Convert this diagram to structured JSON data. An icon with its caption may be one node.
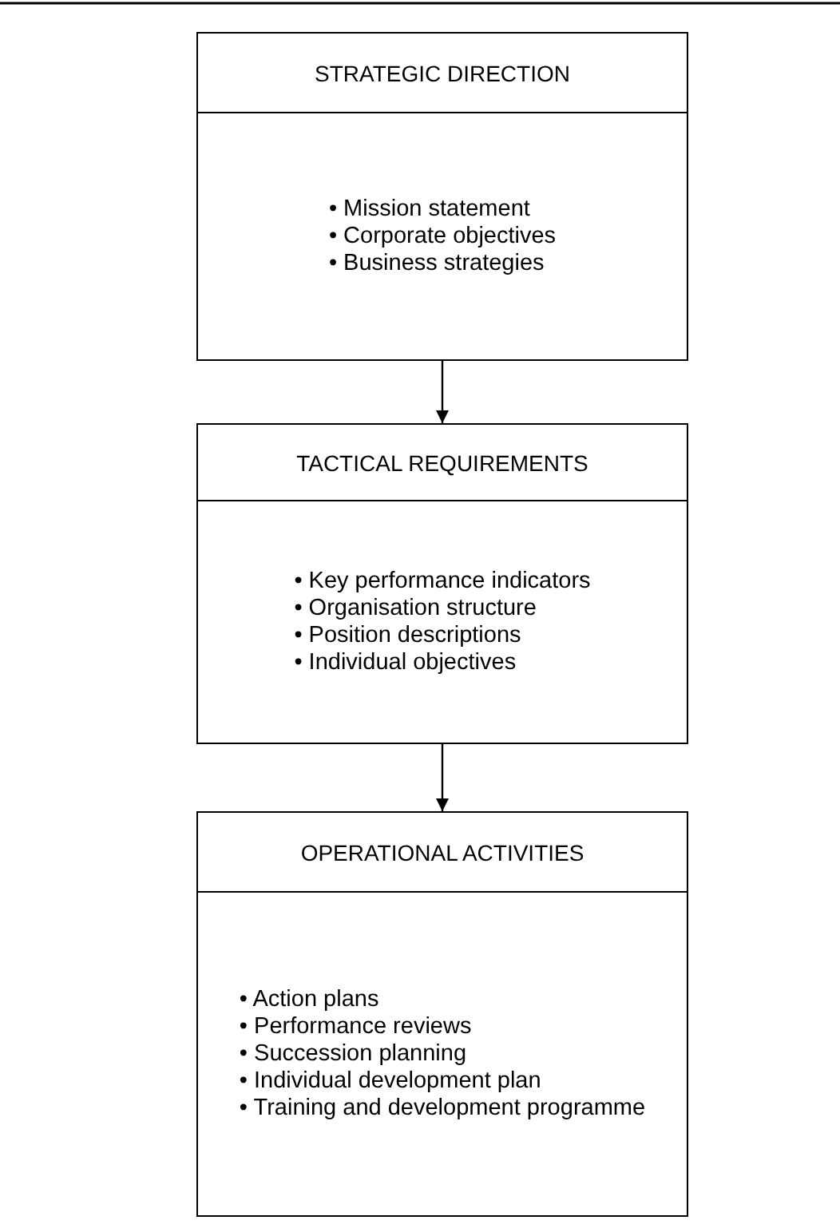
{
  "diagram": {
    "nodes": [
      {
        "text": [
          "STRATEGIC DIRECTION",
          "• Mission statement",
          "• Corporate objectives",
          "• Business strategies"
        ]
      },
      {
        "text": [
          "TACTICAL REQUIREMENTS",
          "• Key performance indicators",
          "• Organisation structure",
          "• Position descriptions",
          "• Individual objectives"
        ]
      },
      {
        "text": [
          "OPERATIONAL ACTIVITIES",
          "• Action plans",
          "• Performance reviews",
          "• Succession planning",
          "• Individual development plan",
          "• Training and development programme"
        ]
      }
    ],
    "edges": [
      {
        "from": 0,
        "to": 1,
        "arrow": "to"
      },
      {
        "from": 1,
        "to": 2,
        "arrow": "to"
      }
    ]
  }
}
